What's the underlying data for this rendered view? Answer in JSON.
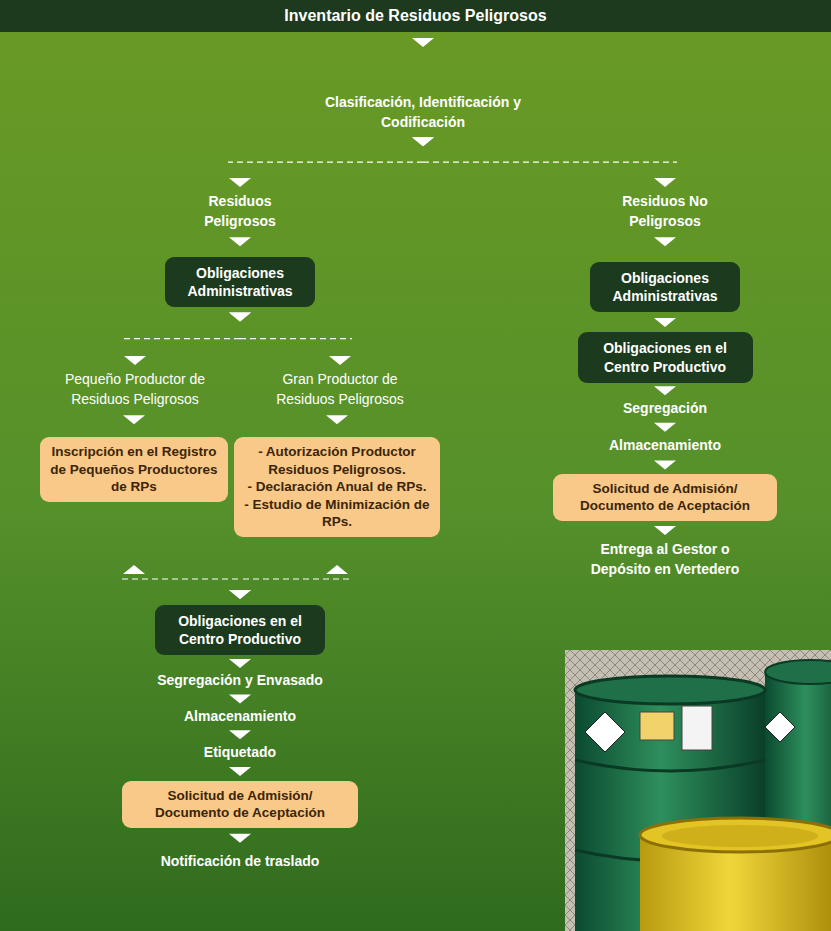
{
  "diagram": {
    "nodes": [
      {
        "text": [
          "Inventario de Residuos Peligrosos"
        ]
      },
      {
        "text": [
          "Clasificación, Identificación y Codificación"
        ]
      },
      {
        "text": [
          "Residuos Peligrosos"
        ]
      },
      {
        "text": [
          "Residuos No Peligrosos"
        ]
      },
      {
        "text": [
          "Obligaciones Administrativas"
        ]
      },
      {
        "text": [
          "Obligaciones Administrativas"
        ]
      },
      {
        "text": [
          "Obligaciones en el Centro Productivo"
        ]
      },
      {
        "text": [
          "Pequeño Productor de Residuos Peligrosos"
        ]
      },
      {
        "text": [
          "Gran Productor de Residuos Peligrosos"
        ]
      },
      {
        "text": [
          "Segregación"
        ]
      },
      {
        "text": [
          "Inscripción en el Registro de Pequeños Productores de RPs"
        ]
      },
      {
        "text": [
          "- Autorización Productor Residuos Peligrosos.",
          "- Declaración Anual de RPs.",
          "- Estudio de Minimización de RPs."
        ]
      },
      {
        "text": [
          "Almacenamiento"
        ]
      },
      {
        "text": [
          "Solicitud de Admisión/ Documento de Aceptación"
        ]
      },
      {
        "text": [
          "Entrega al Gestor o Depósito en Vertedero"
        ]
      },
      {
        "text": [
          "Obligaciones en el Centro Productivo"
        ]
      },
      {
        "text": [
          "Segregación y Envasado"
        ]
      },
      {
        "text": [
          "Almacenamiento"
        ]
      },
      {
        "text": [
          "Etiquetado"
        ]
      },
      {
        "text": [
          "Solicitud de Admisión/ Documento de Aceptación"
        ]
      },
      {
        "text": [
          "Notificación de traslado"
        ]
      }
    ],
    "edges": [
      {
        "from": 0,
        "to": 1,
        "arrow": "to"
      },
      {
        "from": 1,
        "to": 2,
        "arrow": "to"
      },
      {
        "from": 1,
        "to": 3,
        "arrow": "to"
      },
      {
        "from": 2,
        "to": 4,
        "arrow": "to"
      },
      {
        "from": 3,
        "to": 5,
        "arrow": "to"
      },
      {
        "from": 5,
        "to": 6,
        "arrow": "to"
      },
      {
        "from": 4,
        "to": 7,
        "arrow": "to"
      },
      {
        "from": 4,
        "to": 8,
        "arrow": "to"
      },
      {
        "from": 6,
        "to": 9,
        "arrow": "to"
      },
      {
        "from": 7,
        "to": 10,
        "arrow": "to"
      },
      {
        "from": 8,
        "to": 11,
        "arrow": "to"
      },
      {
        "from": 9,
        "to": 12,
        "arrow": "to"
      },
      {
        "from": 12,
        "to": 13,
        "arrow": "to"
      },
      {
        "from": 13,
        "to": 14,
        "arrow": "to"
      },
      {
        "from": 10,
        "to": 15,
        "arrow": "both"
      },
      {
        "from": 11,
        "to": 15,
        "arrow": "both"
      },
      {
        "from": 15,
        "to": 16,
        "arrow": "to"
      },
      {
        "from": 16,
        "to": 17,
        "arrow": "to"
      },
      {
        "from": 17,
        "to": 18,
        "arrow": "to"
      },
      {
        "from": 18,
        "to": 19,
        "arrow": "to"
      },
      {
        "from": 19,
        "to": 20,
        "arrow": "to"
      }
    ]
  }
}
